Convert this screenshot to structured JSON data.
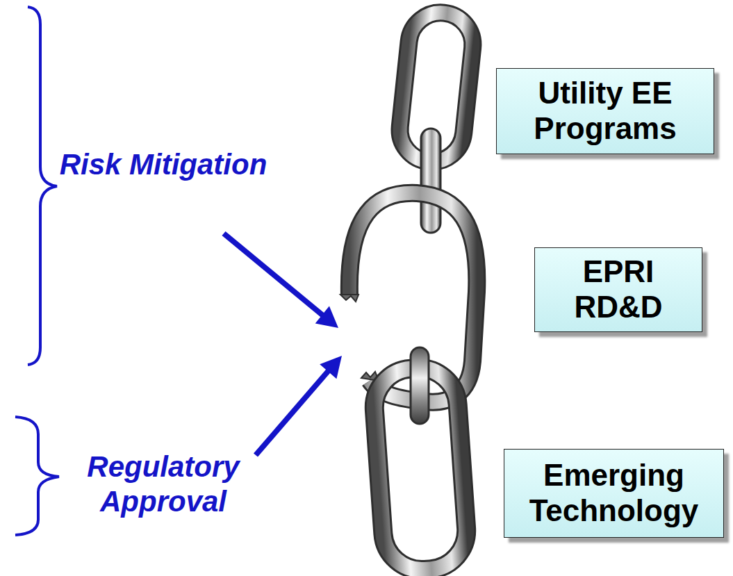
{
  "diagram": {
    "nodes": [
      {
        "text": [
          "Utility EE Programs"
        ]
      },
      {
        "text": [
          "EPRI RD&D"
        ]
      },
      {
        "text": [
          "Emerging Technology"
        ]
      }
    ],
    "labels": [
      "Risk Mitigation",
      "Regulatory Approval"
    ]
  }
}
